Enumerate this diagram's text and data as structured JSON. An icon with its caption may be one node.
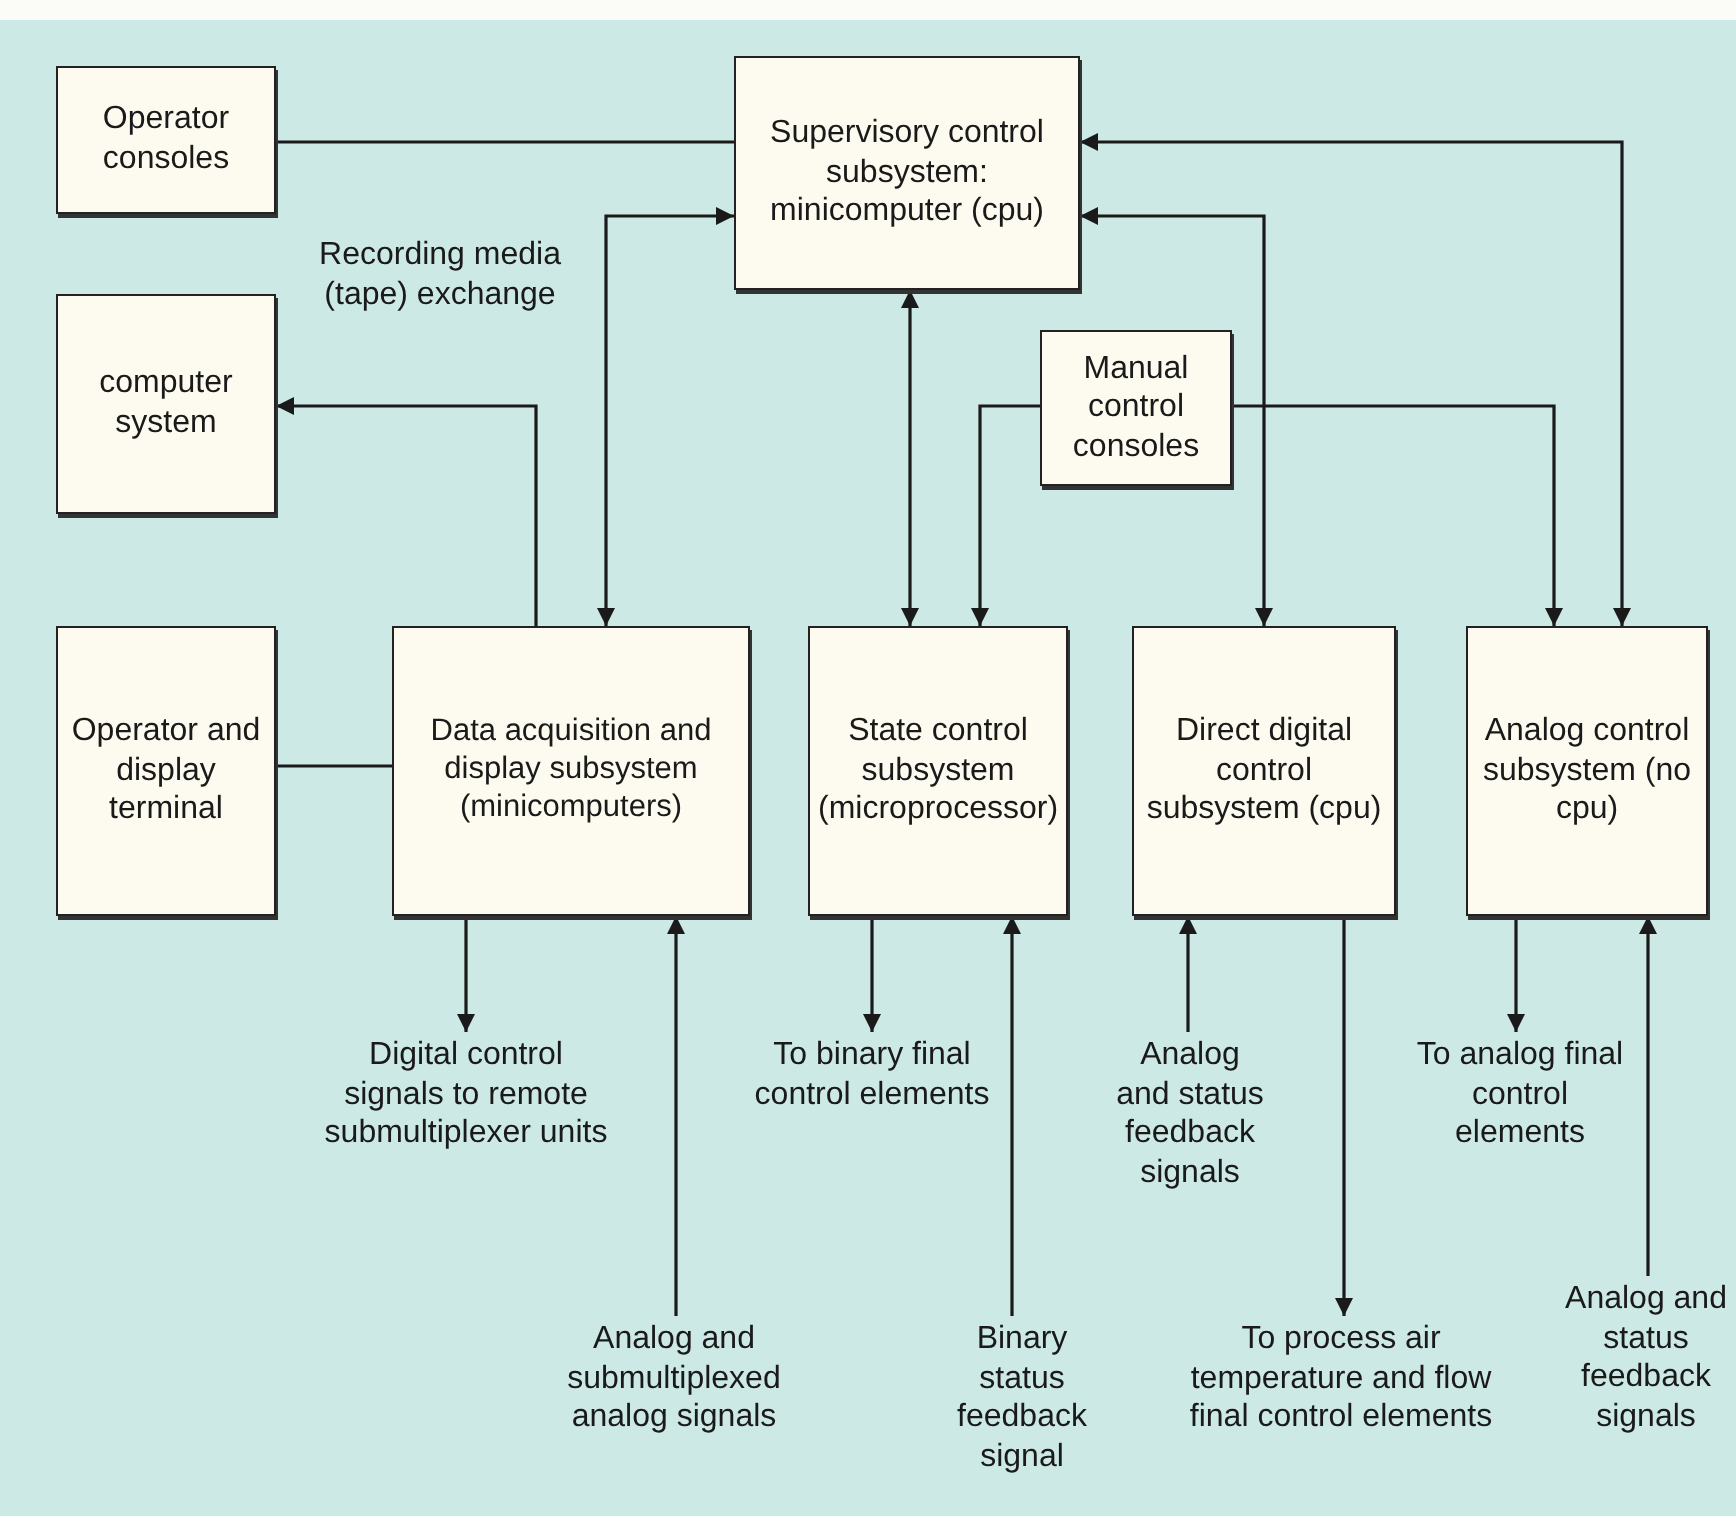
{
  "diagram": {
    "nodes": [
      {
        "text": [
          "Operator consoles"
        ]
      },
      {
        "text": [
          "Supervisory control subsystem: minicomputer (cpu)"
        ]
      },
      {
        "text": [
          "computer system"
        ]
      },
      {
        "text": [
          "Manual control consoles"
        ]
      },
      {
        "text": [
          "Operator and display terminal"
        ]
      },
      {
        "text": [
          "Data acquisition and display subsystem (minicomputers)"
        ]
      },
      {
        "text": [
          "State control subsystem (microprocessor)"
        ]
      },
      {
        "text": [
          "Direct digital control subsystem (cpu)"
        ]
      },
      {
        "text": [
          "Analog control subsystem (no cpu)"
        ]
      },
      {
        "text": [
          "Digital control signals to remote submultiplexer units"
        ]
      },
      {
        "text": [
          "Analog and submultiplexed analog signals"
        ]
      },
      {
        "text": [
          "To binary final control elements"
        ]
      },
      {
        "text": [
          "Binary status feedback signal"
        ]
      },
      {
        "text": [
          "Analog and status feedback signals"
        ]
      },
      {
        "text": [
          "To process air temperature and flow final control elements"
        ]
      },
      {
        "text": [
          "To analog final control elements"
        ]
      },
      {
        "text": [
          "Analog and status feedback signals"
        ]
      }
    ],
    "edges": [
      {
        "from": 0,
        "to": 1,
        "arrow": "none"
      },
      {
        "from": 1,
        "to": 5,
        "arrow": "both"
      },
      {
        "from": 1,
        "to": 6,
        "arrow": "both"
      },
      {
        "from": 1,
        "to": 7,
        "arrow": "both"
      },
      {
        "from": 1,
        "to": 8,
        "arrow": "both"
      },
      {
        "from": 5,
        "to": 2,
        "arrow": "to",
        "label": "Recording media (tape) exchange"
      },
      {
        "from": 3,
        "to": 6,
        "arrow": "to"
      },
      {
        "from": 3,
        "to": 8,
        "arrow": "to"
      },
      {
        "from": 4,
        "to": 5,
        "arrow": "none"
      },
      {
        "from": 5,
        "to": 9,
        "arrow": "to"
      },
      {
        "from": 10,
        "to": 5,
        "arrow": "to"
      },
      {
        "from": 6,
        "to": 11,
        "arrow": "to"
      },
      {
        "from": 12,
        "to": 6,
        "arrow": "to"
      },
      {
        "from": 13,
        "to": 7,
        "arrow": "to"
      },
      {
        "from": 7,
        "to": 14,
        "arrow": "to"
      },
      {
        "from": 8,
        "to": 15,
        "arrow": "to"
      },
      {
        "from": 16,
        "to": 8,
        "arrow": "to"
      }
    ]
  }
}
